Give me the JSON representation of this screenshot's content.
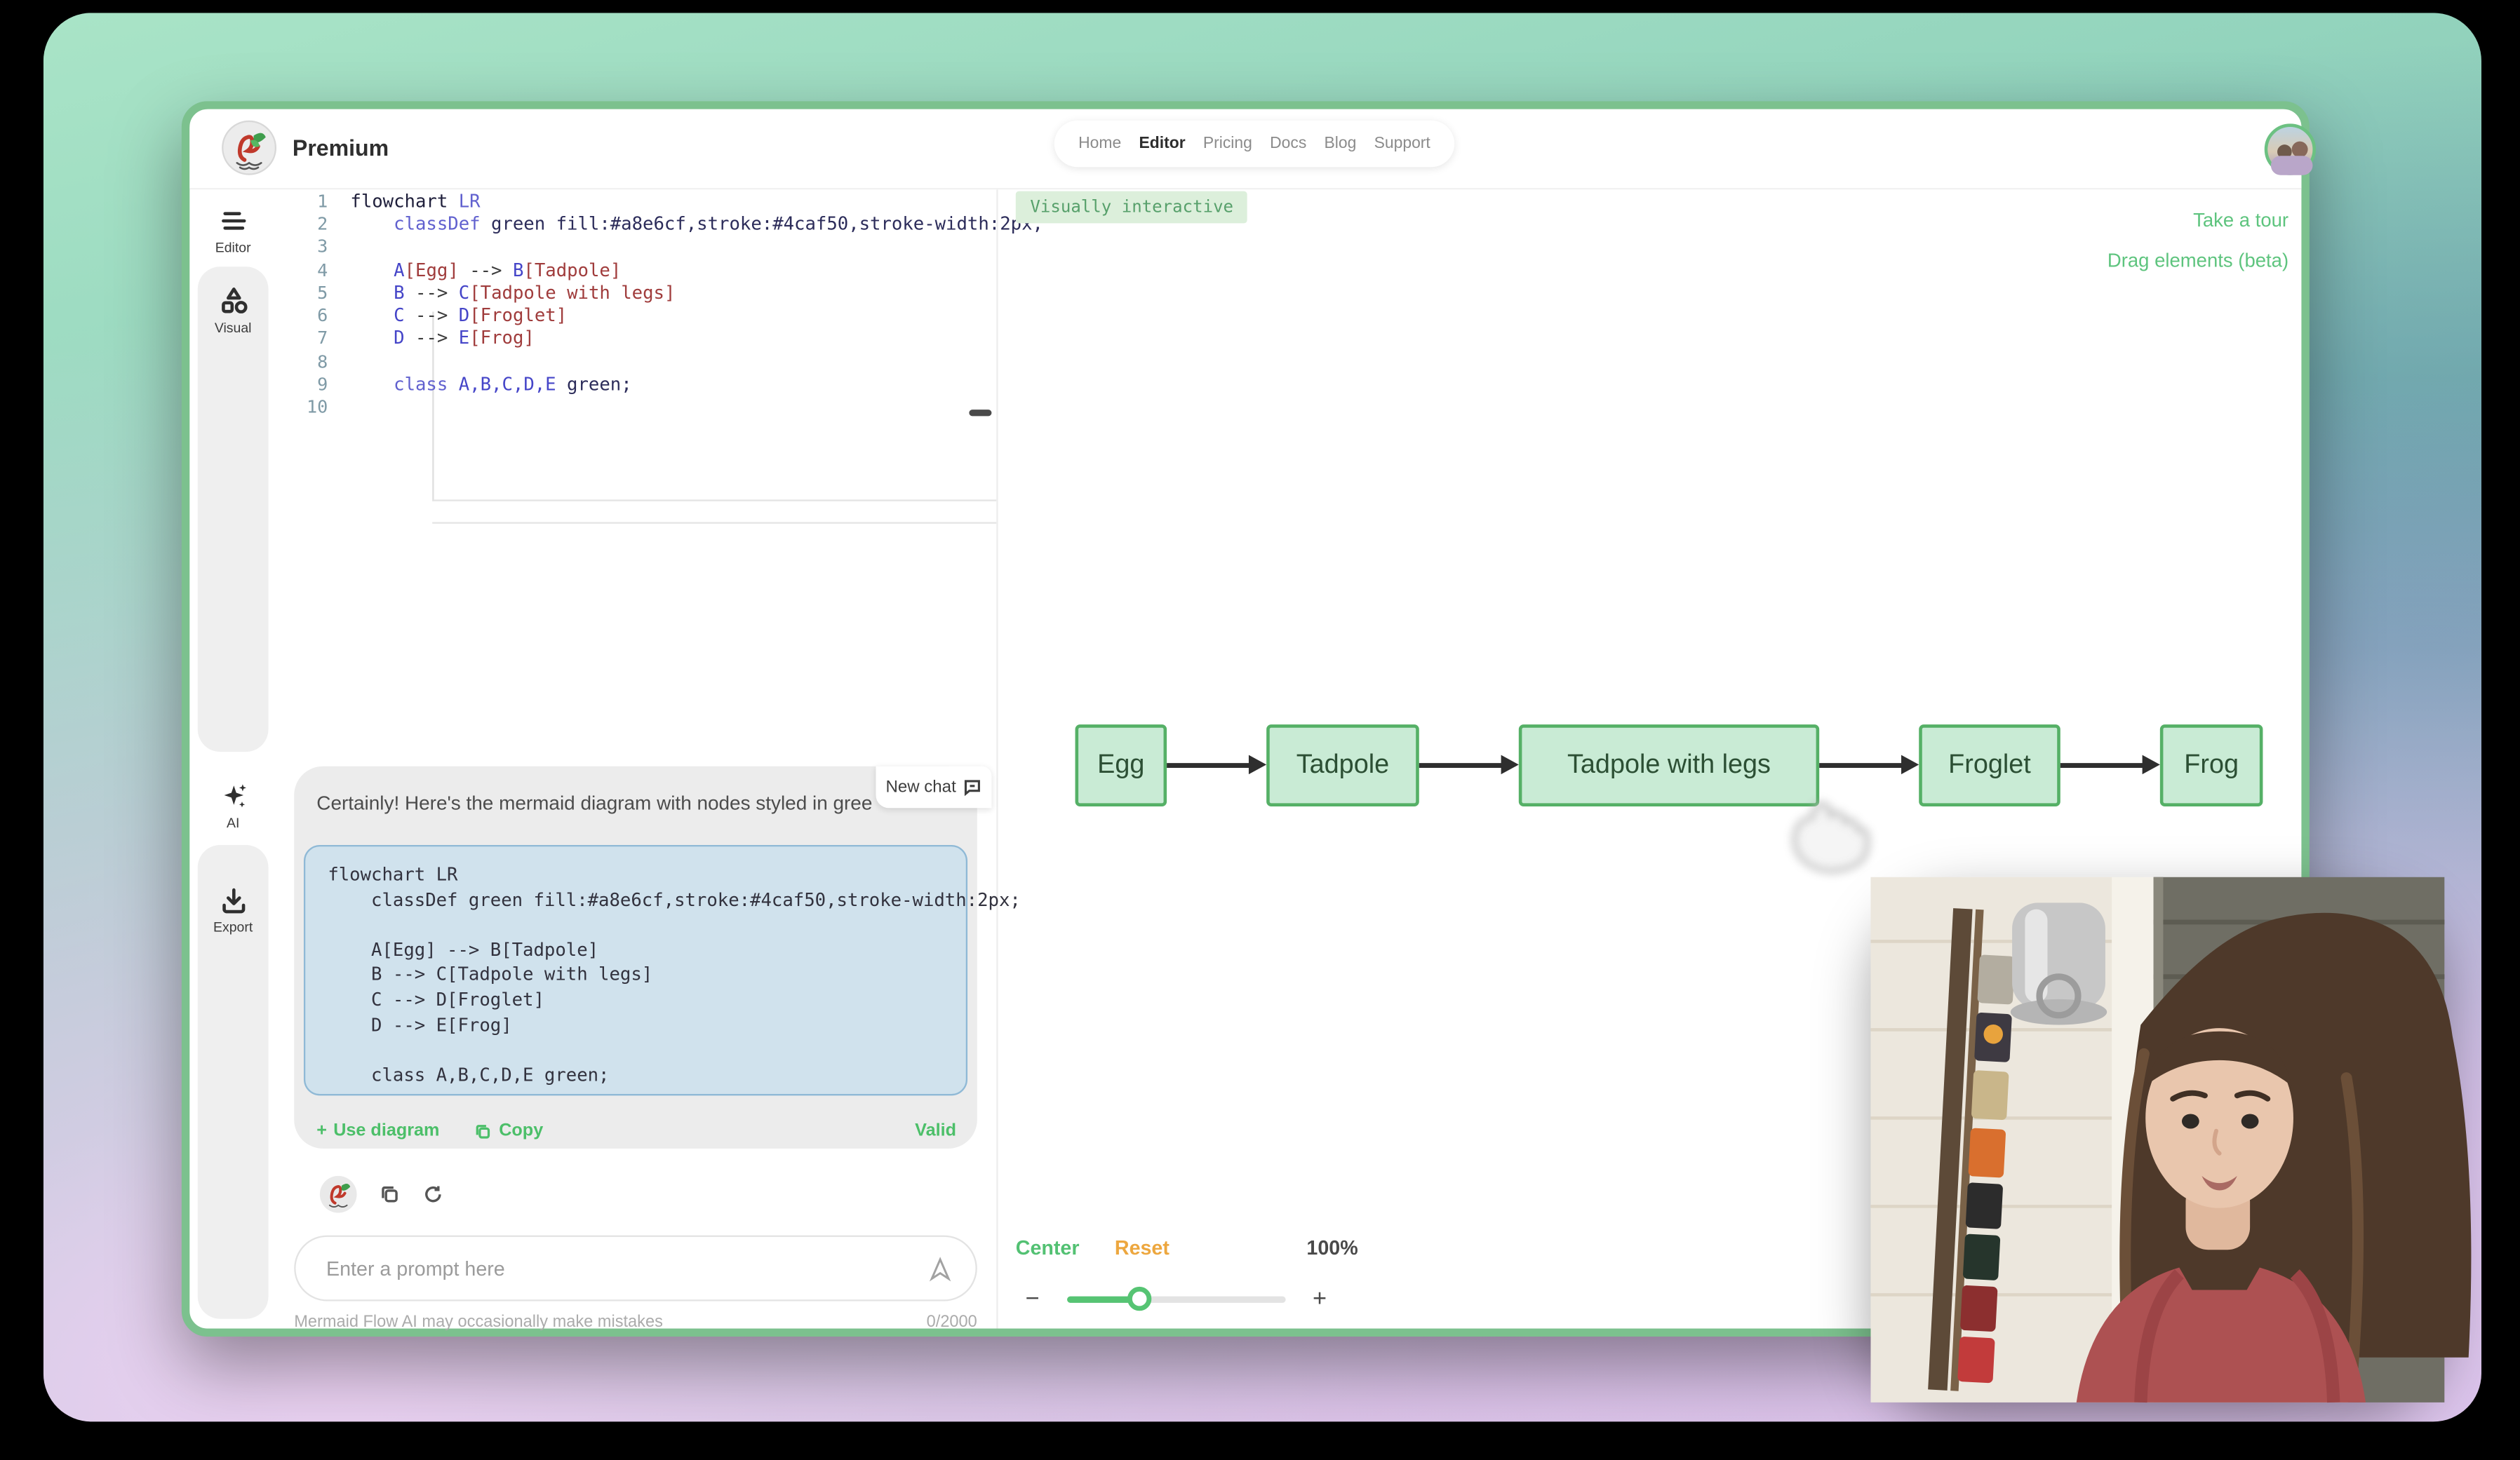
{
  "header": {
    "brand": "Premium",
    "nav_items": [
      "Home",
      "Editor",
      "Pricing",
      "Docs",
      "Blog",
      "Support"
    ],
    "active_nav": "Editor"
  },
  "sidebar": {
    "items": [
      {
        "id": "editor",
        "label": "Editor"
      },
      {
        "id": "visual",
        "label": "Visual"
      },
      {
        "id": "ai",
        "label": "AI"
      },
      {
        "id": "export",
        "label": "Export"
      }
    ]
  },
  "editor": {
    "lines": [
      {
        "num": "1",
        "tokens": [
          [
            "tok-p",
            "flowchart "
          ],
          [
            "tok-k",
            "LR"
          ]
        ]
      },
      {
        "num": "2",
        "tokens": [
          [
            "tok-d",
            "    "
          ],
          [
            "tok-k",
            "classDef"
          ],
          [
            "tok-v",
            " green fill:#a8e6cf,stroke:#4caf50,stroke-width:2px;"
          ]
        ]
      },
      {
        "num": "3",
        "tokens": []
      },
      {
        "num": "4",
        "tokens": [
          [
            "tok-d",
            "    "
          ],
          [
            "tok-b",
            "A"
          ],
          [
            "tok-r",
            "[Egg]"
          ],
          [
            "tok-d",
            " --> "
          ],
          [
            "tok-b",
            "B"
          ],
          [
            "tok-r",
            "[Tadpole]"
          ]
        ]
      },
      {
        "num": "5",
        "tokens": [
          [
            "tok-d",
            "    "
          ],
          [
            "tok-b",
            "B"
          ],
          [
            "tok-d",
            " --> "
          ],
          [
            "tok-b",
            "C"
          ],
          [
            "tok-r",
            "[Tadpole with legs]"
          ]
        ]
      },
      {
        "num": "6",
        "tokens": [
          [
            "tok-d",
            "    "
          ],
          [
            "tok-b",
            "C"
          ],
          [
            "tok-d",
            " --> "
          ],
          [
            "tok-b",
            "D"
          ],
          [
            "tok-r",
            "[Froglet]"
          ]
        ]
      },
      {
        "num": "7",
        "tokens": [
          [
            "tok-d",
            "    "
          ],
          [
            "tok-b",
            "D"
          ],
          [
            "tok-d",
            " --> "
          ],
          [
            "tok-b",
            "E"
          ],
          [
            "tok-r",
            "[Frog]"
          ]
        ]
      },
      {
        "num": "8",
        "tokens": []
      },
      {
        "num": "9",
        "tokens": [
          [
            "tok-d",
            "    "
          ],
          [
            "tok-k",
            "class"
          ],
          [
            "tok-b",
            " A,B,C,D,E"
          ],
          [
            "tok-v",
            " green;"
          ]
        ]
      },
      {
        "num": "10",
        "tokens": []
      }
    ]
  },
  "chat": {
    "assistant_text": "Certainly! Here's the mermaid diagram with nodes styled in gree",
    "new_chat_label": "New chat",
    "code_lines": [
      "flowchart LR",
      "    classDef green fill:#a8e6cf,stroke:#4caf50,stroke-width:2px;",
      "",
      "    A[Egg] --> B[Tadpole]",
      "    B --> C[Tadpole with legs]",
      "    C --> D[Froglet]",
      "    D --> E[Frog]",
      "",
      "    class A,B,C,D,E green;"
    ],
    "actions": {
      "use_diagram": "Use diagram",
      "copy": "Copy",
      "valid": "Valid"
    },
    "prompt_placeholder": "Enter a prompt here",
    "disclaimer": "Mermaid Flow AI may occasionally make mistakes",
    "char_counter": "0/2000"
  },
  "canvas": {
    "badge": "Visually interactive",
    "links": {
      "tour": "Take a tour",
      "drag": "Drag elements (beta)"
    },
    "flow": {
      "nodes": [
        {
          "label": "Egg",
          "width": 57
        },
        {
          "label": "Tadpole",
          "width": 95
        },
        {
          "label": "Tadpole with legs",
          "width": 187
        },
        {
          "label": "Froglet",
          "width": 88
        },
        {
          "label": "Frog",
          "width": 64
        }
      ],
      "node_fill": "#c9ebd5",
      "node_stroke": "#55b066",
      "edge_color": "#2e2e2e"
    },
    "controls": {
      "center": "Center",
      "reset": "Reset",
      "zoom_level": "100%",
      "minus": "−",
      "plus": "+"
    }
  },
  "colors": {
    "accent_green": "#4caf50",
    "link_green": "#5ec47e",
    "reset_orange": "#eda73f",
    "window_border": "#7cc18e",
    "code_fill_ref": "#a8e6cf"
  },
  "icons": {
    "menu-icon": "3 bars",
    "shapes-icon": "triangle+square+circle",
    "sparkles-icon": "✦",
    "download-icon": "↓ tray",
    "chat-plus-icon": "speech bubble",
    "copy-icon": "⧉",
    "refresh-icon": "↻",
    "send-icon": "paper plane",
    "minus-icon": "−",
    "plus-icon": "+"
  }
}
